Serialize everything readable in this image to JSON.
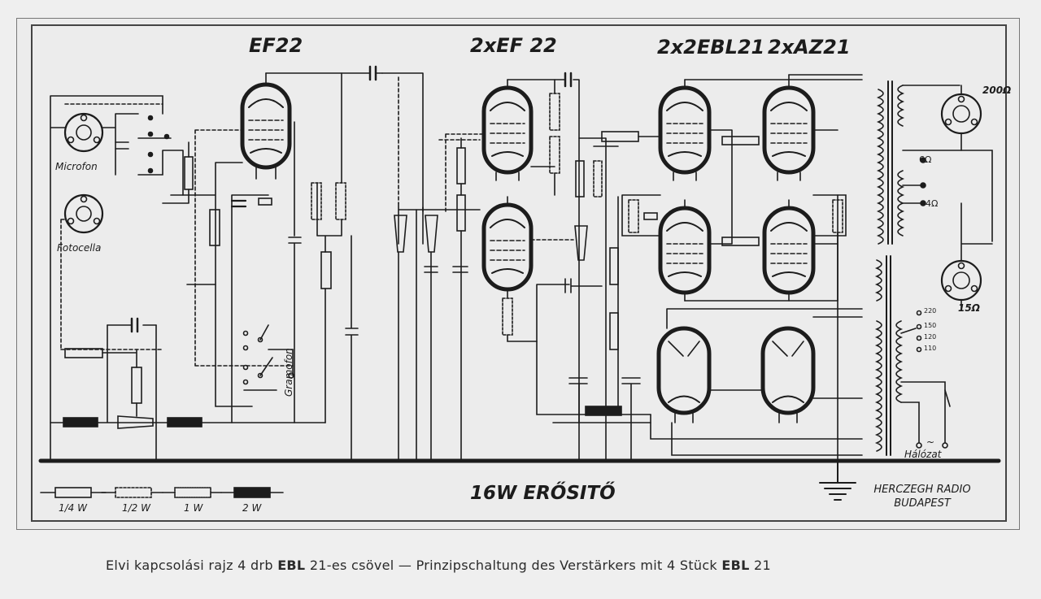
{
  "tube_labels": {
    "t1": "EF22",
    "t2": "2xEF 22",
    "t3": "2x2EBL21",
    "t4": "2xAZ21"
  },
  "connectors": {
    "microphone": "Microfon",
    "photocell": "Fotocella",
    "gramophone": "Gramofon",
    "mains": "Hálózat"
  },
  "impedances": {
    "out_200": "200Ω",
    "out_15": "15Ω",
    "tap_6": "6Ω",
    "tap_4": "4Ω"
  },
  "mains_taps": [
    "220",
    "150",
    "120",
    "110"
  ],
  "resistor_legend": [
    "1/4 W",
    "1/2 W",
    "1 W",
    "2 W"
  ],
  "title": "16W ERŐSITŐ",
  "maker": {
    "line1": "HERCZEGH RADIO",
    "line2": "BUDAPEST"
  },
  "caption": {
    "part1": "Elvi kapcsolási rajz 4 drb ",
    "bold1": "EBL",
    "part2": " 21-es csövel — Prinzipschaltung des Verstärkers mit 4 Stück ",
    "bold2": "EBL",
    "part3": " 21"
  },
  "colors": {
    "ink": "#1c1c1c",
    "paper": "#ececec"
  }
}
